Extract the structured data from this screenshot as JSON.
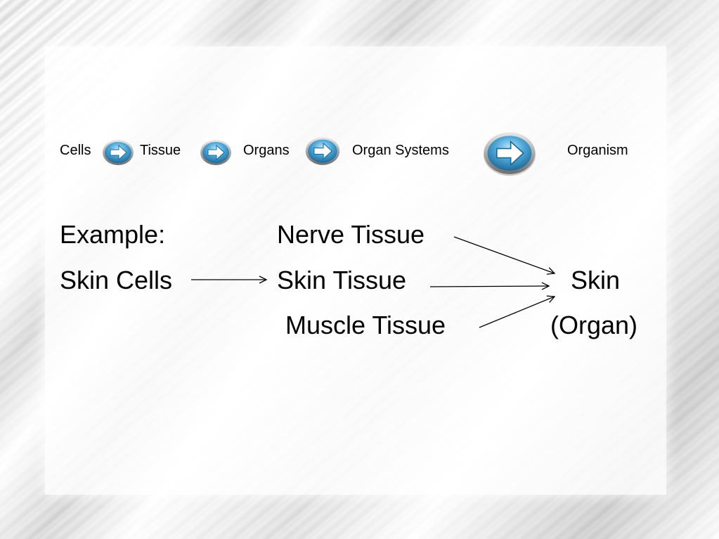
{
  "flow": {
    "steps": [
      {
        "label": "Cells"
      },
      {
        "label": "Tissue"
      },
      {
        "label": "Organs"
      },
      {
        "label": "Organ Systems"
      },
      {
        "label": "Organism"
      }
    ],
    "arrow_icon": "right-arrow-circle-icon",
    "arrow_color": "#2d8fc4"
  },
  "example": {
    "heading": "Example:",
    "start": "Skin Cells",
    "tissues": {
      "nerve": "Nerve Tissue",
      "skin": "Skin Tissue",
      "muscle": "Muscle Tissue"
    },
    "result": "Skin",
    "result_note": "(Organ)"
  }
}
